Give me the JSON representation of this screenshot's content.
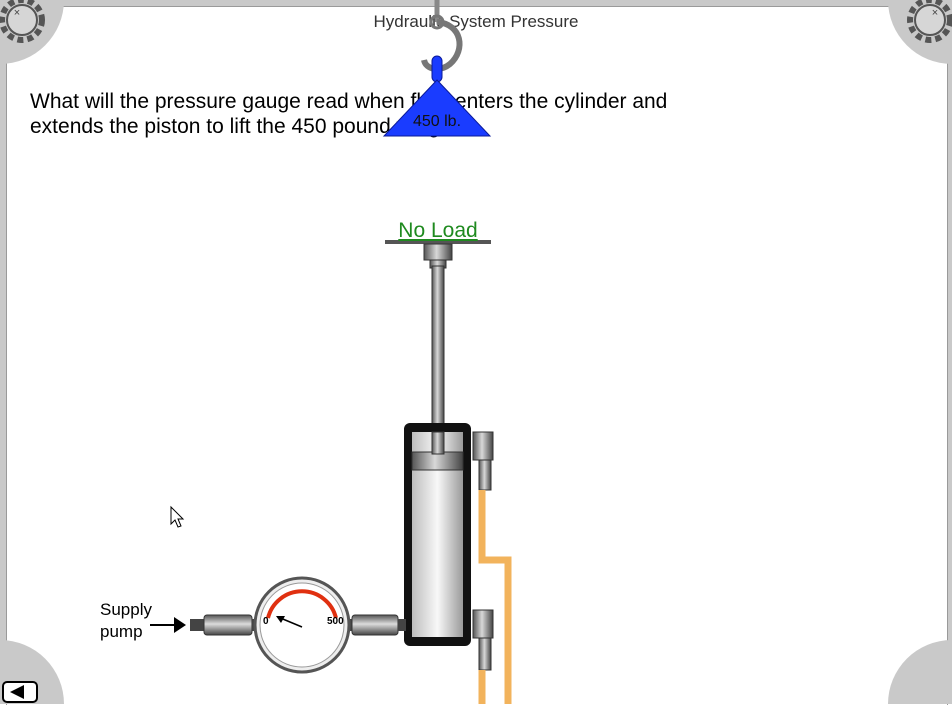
{
  "window": {
    "title": "Hydraulic System Pressure",
    "close_label": "×"
  },
  "question": {
    "line1": "What will the pressure gauge read when fluid enters the cylinder and",
    "line2": "extends the piston to lift the 450 pound weight?"
  },
  "load_button": {
    "label": "No Load"
  },
  "weight": {
    "label": "450 lb.",
    "color": "#1a3cff"
  },
  "supply": {
    "line1": "Supply",
    "line2": "pump"
  },
  "gauge": {
    "min_label": "0",
    "max_label": "500",
    "arc_color": "#e03010"
  },
  "colors": {
    "fluid_line": "#f2b35c",
    "frame": "#c9c9c9",
    "load_text": "#1f8a1f"
  }
}
